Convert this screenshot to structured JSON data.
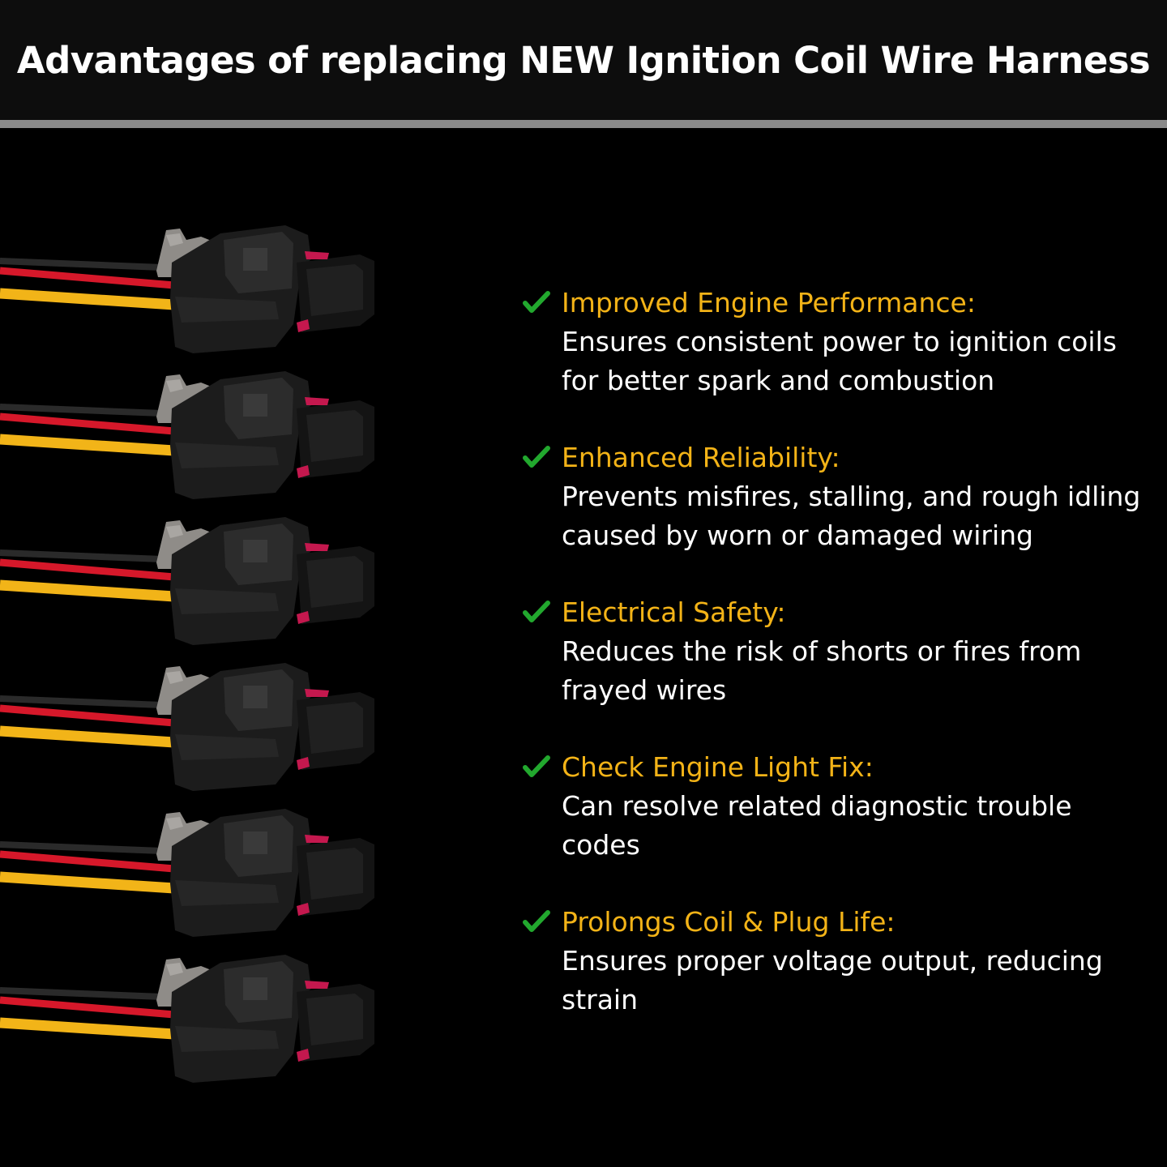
{
  "header": {
    "title": "Advantages of replacing NEW Ignition Coil Wire Harness"
  },
  "colors": {
    "accent_yellow": "#f3b317",
    "check_green": "#22a82e",
    "wire_red": "#d6182a",
    "wire_yellow": "#f2b418",
    "connector_black": "#1c1c1c",
    "latch_gray": "#8f8c88"
  },
  "product": {
    "icon": "connector-harness-icon",
    "connector_count": 6
  },
  "benefits": [
    {
      "icon": "check-icon",
      "title": "Improved Engine Performance:",
      "description": "Ensures consistent power to ignition coils for better spark and combustion"
    },
    {
      "icon": "check-icon",
      "title": "Enhanced Reliability:",
      "description": "Prevents misfires, stalling, and rough idling caused by worn or damaged wiring"
    },
    {
      "icon": "check-icon",
      "title": "Electrical Safety:",
      "description": "Reduces the risk of shorts or fires from frayed wires"
    },
    {
      "icon": "check-icon",
      "title": "Check Engine Light Fix:",
      "description": "Can resolve related diagnostic trouble codes"
    },
    {
      "icon": "check-icon",
      "title": "Prolongs Coil & Plug Life:",
      "description": "Ensures proper voltage output, reducing strain"
    }
  ]
}
